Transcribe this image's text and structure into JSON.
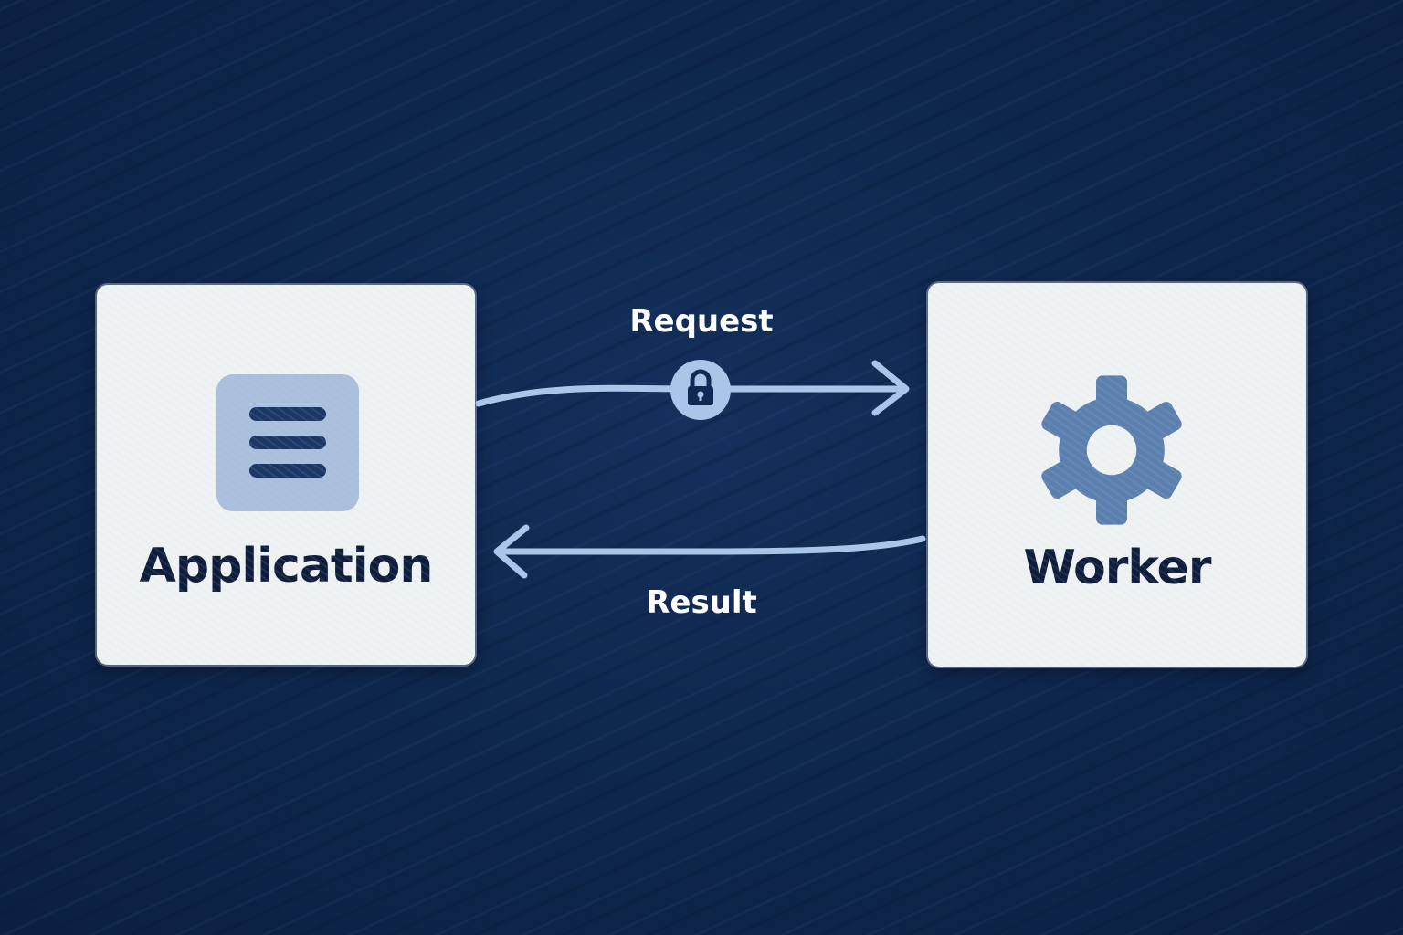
{
  "nodes": {
    "application": {
      "label": "Application",
      "icon": "list-icon"
    },
    "worker": {
      "label": "Worker",
      "icon": "gear-icon"
    }
  },
  "flows": {
    "request": {
      "label": "Request",
      "icon": "lock-icon",
      "direction": "application-to-worker"
    },
    "result": {
      "label": "Result",
      "direction": "worker-to-application"
    }
  },
  "colors": {
    "background": "#0f2850",
    "node_fill": "#eef2f3",
    "label_text": "#0e1d3c",
    "arrow": "#a9c6ea",
    "icon_fill": "#a9bfdc",
    "gear_fill": "#5b7fae"
  }
}
